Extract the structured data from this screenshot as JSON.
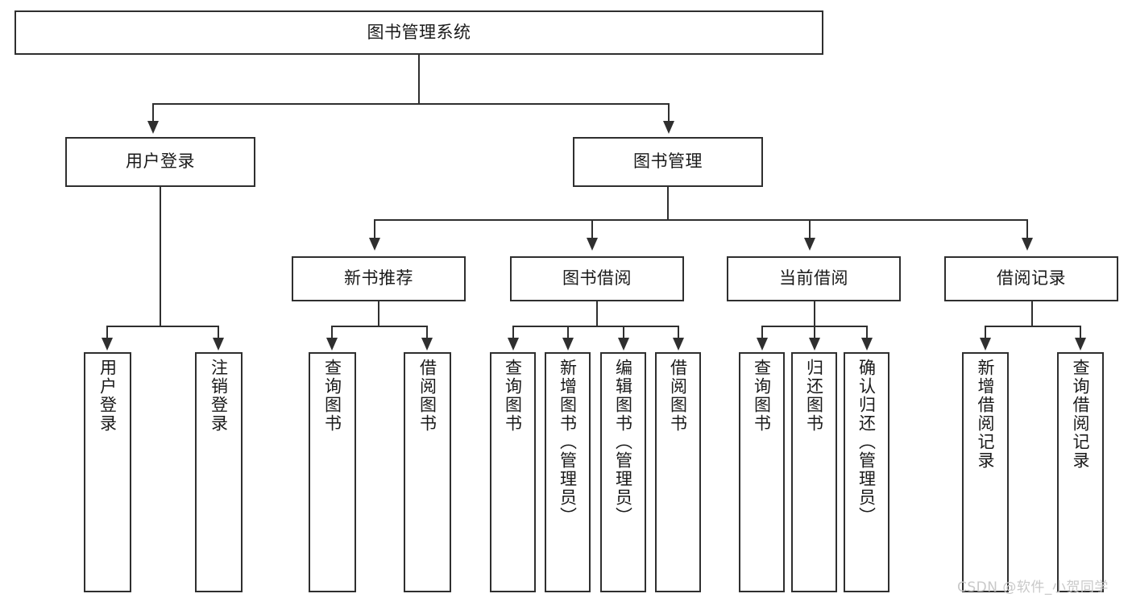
{
  "diagram": {
    "title": "图书管理系统",
    "watermark": "CSDN @软件_小贺同学",
    "colors": {
      "box_border": "#2f2f2f",
      "box_fill": "#ffffff",
      "connector": "#2f2f2f",
      "text": "#1a1a1a",
      "watermark": "#c9c9c9",
      "background": "#ffffff"
    },
    "root": {
      "label": "图书管理系统"
    },
    "level2": [
      {
        "label": "用户登录"
      },
      {
        "label": "图书管理"
      }
    ],
    "level3": [
      {
        "label": "新书推荐"
      },
      {
        "label": "图书借阅"
      },
      {
        "label": "当前借阅"
      },
      {
        "label": "借阅记录"
      }
    ],
    "leaves": {
      "user_login": [
        {
          "label": "用户登录"
        },
        {
          "label": "注销登录"
        }
      ],
      "new_book_recommend": [
        {
          "label": "查询图书"
        },
        {
          "label": "借阅图书"
        }
      ],
      "book_borrow": [
        {
          "label": "查询图书"
        },
        {
          "label": "新增图书（管理员）"
        },
        {
          "label": "编辑图书（管理员）"
        },
        {
          "label": "借阅图书"
        }
      ],
      "current_borrow": [
        {
          "label": "查询图书"
        },
        {
          "label": "归还图书"
        },
        {
          "label": "确认归还（管理员）"
        }
      ],
      "borrow_record": [
        {
          "label": "新增借阅记录"
        },
        {
          "label": "查询借阅记录"
        }
      ]
    }
  }
}
